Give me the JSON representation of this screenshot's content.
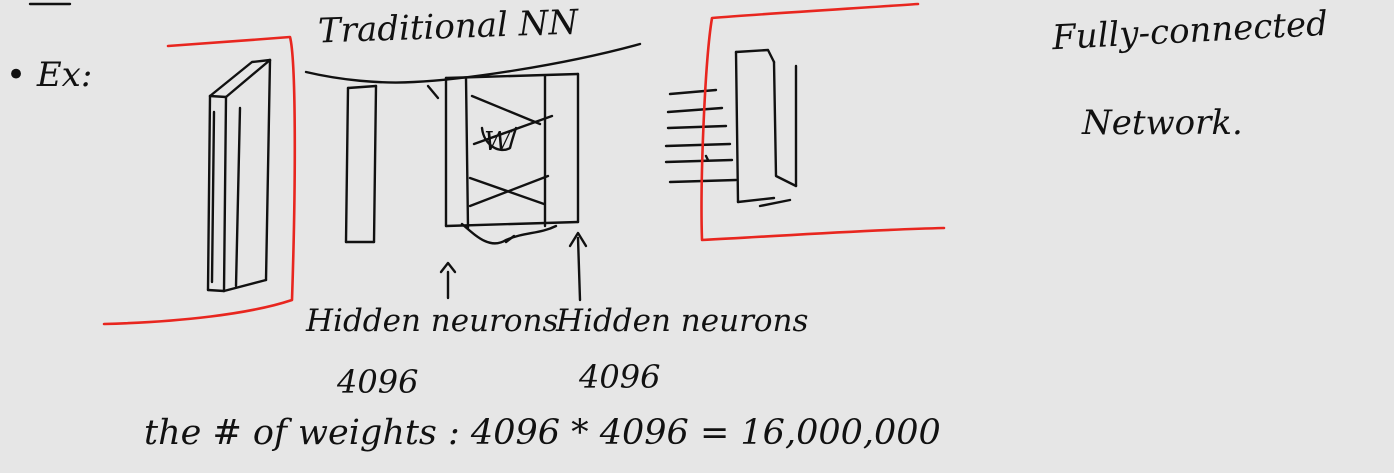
{
  "notes": {
    "bullet": "• Ex:",
    "traditional_nn": "Traditional NN",
    "fully_connected_line1": "Fully-connected",
    "fully_connected_line2": "Network.",
    "hidden_label_1": "Hidden neurons",
    "hidden_label_2": "Hidden neurons",
    "neuron_count_1": "4096",
    "neuron_count_2": "4096",
    "weights_equation": "the # of weights : 4096 * 4096 = 16,000,000",
    "weight_symbol": "W"
  },
  "colors": {
    "ink": "#111111",
    "highlight": "#e8261f",
    "background": "#e6e6e6"
  }
}
